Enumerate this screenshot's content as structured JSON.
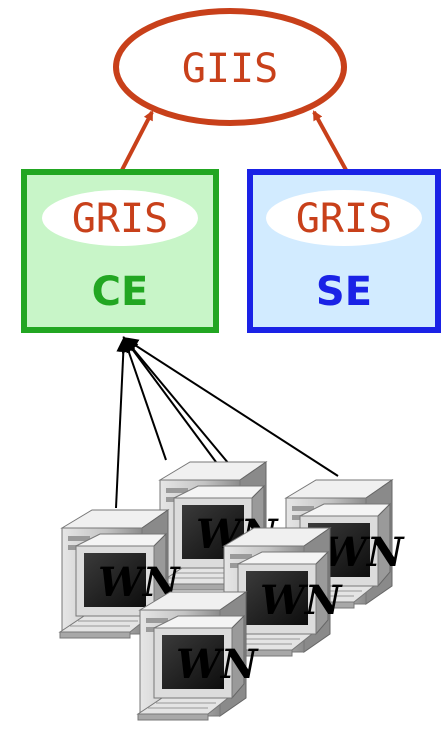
{
  "giis": {
    "label": "GIIS",
    "color": "#c8401a"
  },
  "gris_ce": {
    "label": "GRIS",
    "sublabel": "CE",
    "fill": "#c8f5c8",
    "border": "#22a622",
    "text_color": "#22a622"
  },
  "gris_se": {
    "label": "GRIS",
    "sublabel": "SE",
    "fill": "#d2ebff",
    "border": "#1a22e6",
    "text_color": "#1a22e6"
  },
  "gris_text_color": "#c8401a",
  "worker_nodes": [
    {
      "label": "WN"
    },
    {
      "label": "WN"
    },
    {
      "label": "WN"
    },
    {
      "label": "WN"
    },
    {
      "label": "WN"
    }
  ],
  "icons": {
    "worker": "desktop-computer-icon"
  }
}
